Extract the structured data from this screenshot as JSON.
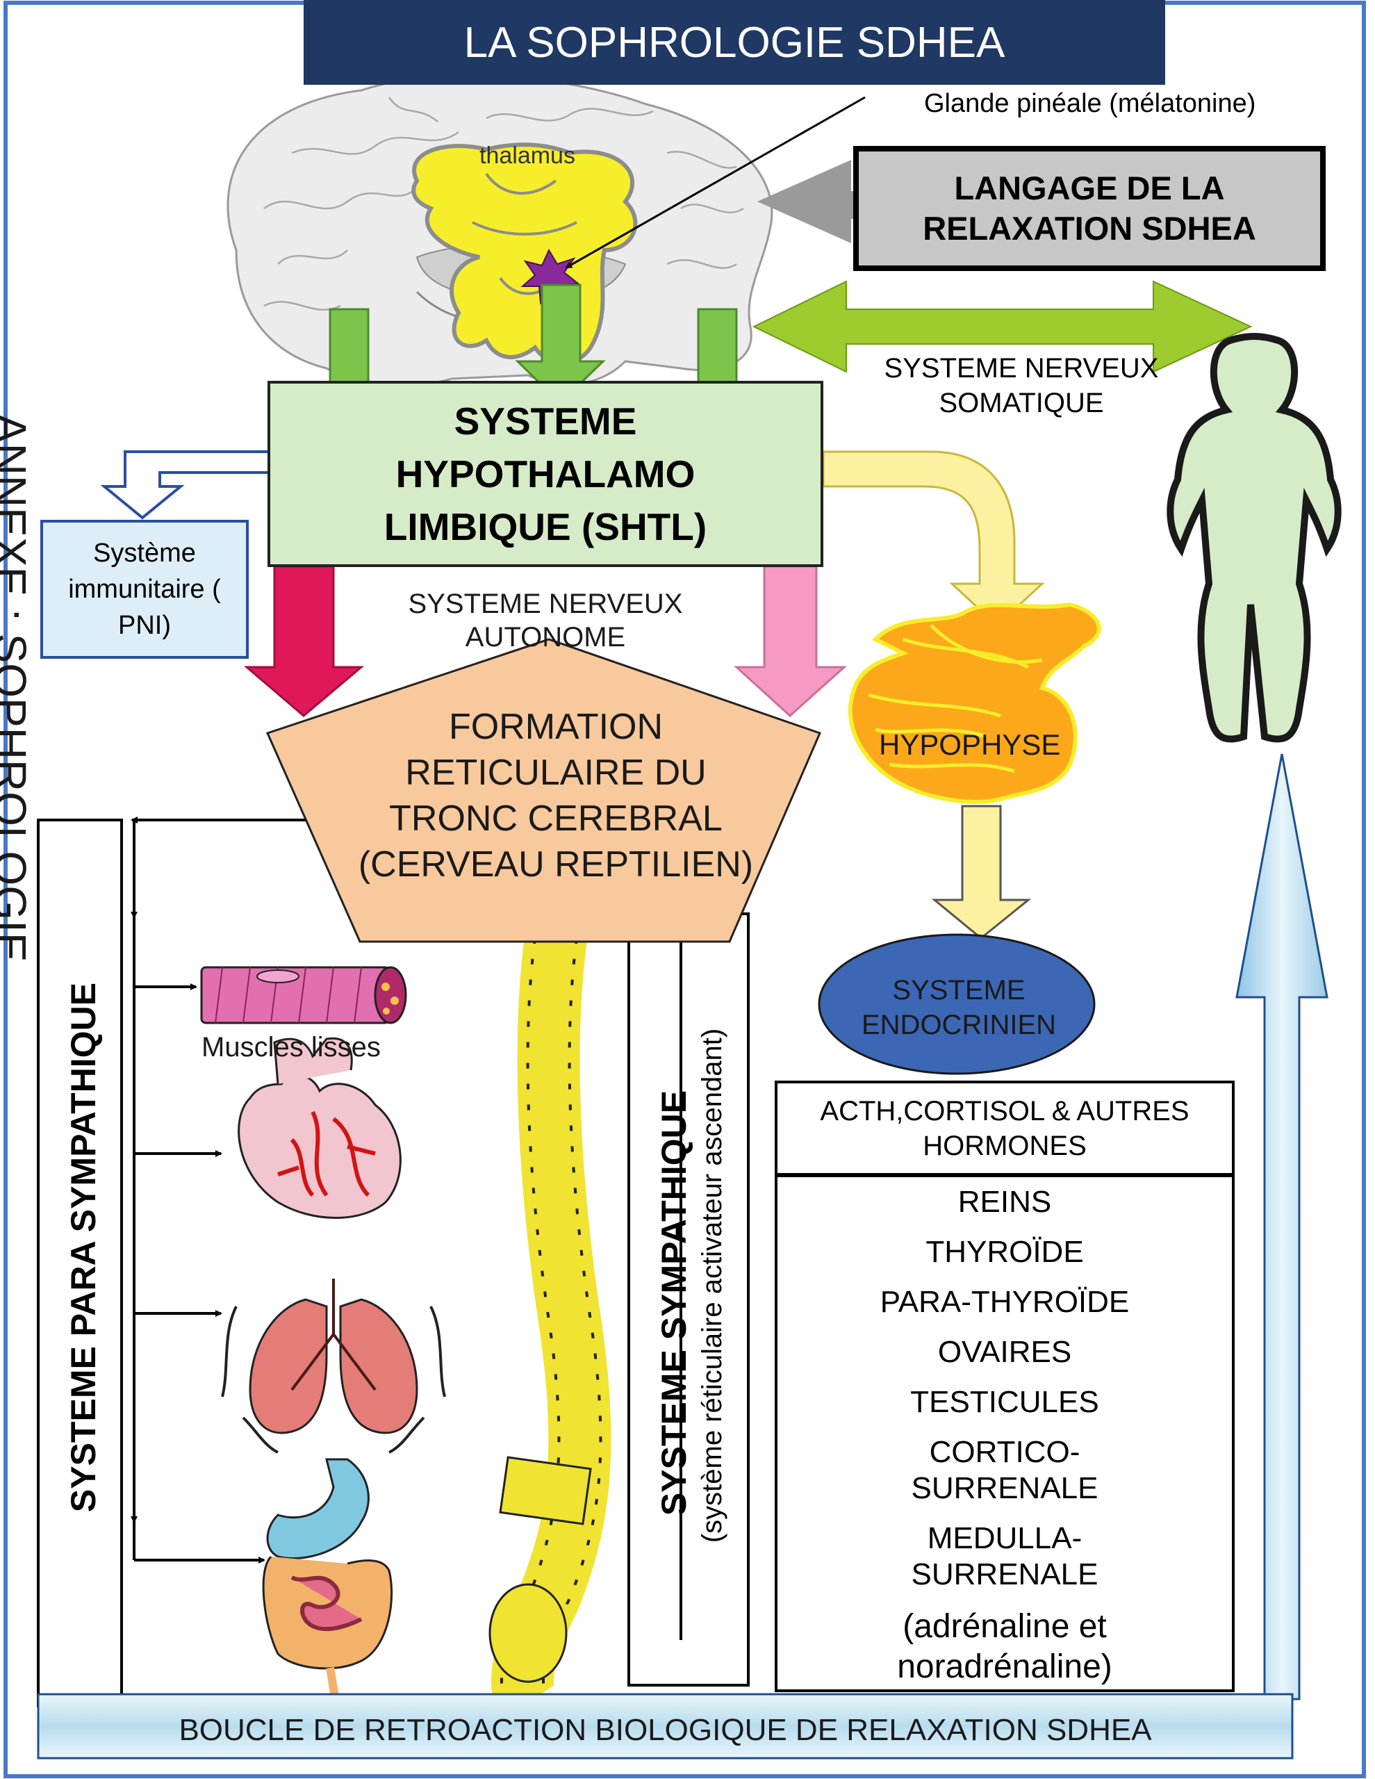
{
  "title": "LA SOPHROLOGIE SDHEA",
  "side_text": "ANNEXE : SOPHROLOGIE",
  "labels": {
    "pineal": "Glande pinéale (mélatonine)",
    "thalamus": "thalamus",
    "langage": "LANGAGE DE LA RELAXATION SDHEA",
    "somatique": "SYSTEME NERVEUX SOMATIQUE",
    "shtl": "SYSTEME HYPOTHALAMO LIMBIQUE (SHTL)",
    "immunitaire": "Système immunitaire ( PNI)",
    "autonome": "SYSTEME NERVEUX AUTONOME",
    "formation": "FORMATION RETICULAIRE DU TRONC CEREBRAL (CERVEAU REPTILIEN)",
    "hypophyse": "HYPOPHYSE",
    "endocrinien": "SYSTEME ENDOCRINIEN",
    "hormones": "ACTH,CORTISOL & AUTRES HORMONES",
    "parasympathique": "SYSTEME PARA SYMPATHIQUE",
    "sympathique": "SYSTEME SYMPATHIQUE",
    "activateur": "(système réticulaire activateur ascendant)",
    "muscles": "Muscles lisses",
    "boucle": "BOUCLE DE RETROACTION BIOLOGIQUE DE RELAXATION SDHEA"
  },
  "organs": [
    "REINS",
    "THYROÏDE",
    "PARA-THYROÏDE",
    "OVAIRES",
    "TESTICULES",
    "CORTICO-SURRENALE",
    "MEDULLA-SURRENALE",
    "(adrénaline et noradrénaline)"
  ],
  "colors": {
    "title_bg": "#1f3864",
    "shtl_bg": "#d6ecc8",
    "immune_bg": "#ddeef8",
    "pentagon": "#f8c99c",
    "endocrine": "#3c67b5",
    "green_arrow": "#7cc44a",
    "lime_arrow": "#9ecb2d",
    "yellow_arrow": "#fbf1a0",
    "red_arrow": "#e0185a",
    "pink_arrow": "#f49ac5",
    "spine": "#f0e332",
    "loop": "#cfe8f4",
    "frame_border": "#4a78c8"
  }
}
